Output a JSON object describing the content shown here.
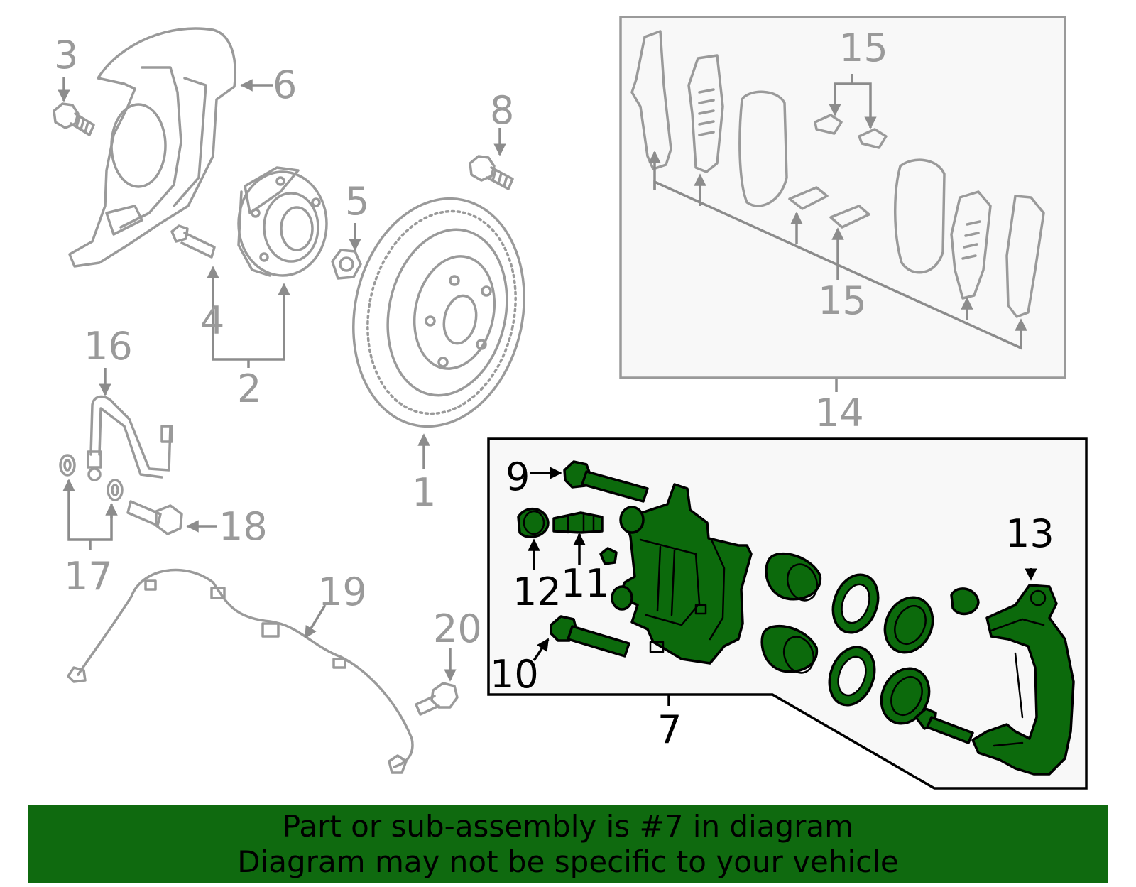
{
  "callouts": {
    "c1": "1",
    "c2": "2",
    "c3": "3",
    "c4": "4",
    "c5": "5",
    "c6": "6",
    "c7": "7",
    "c8": "8",
    "c9": "9",
    "c10": "10",
    "c11": "11",
    "c12": "12",
    "c13": "13",
    "c14": "14",
    "c15a": "15",
    "c15b": "15",
    "c16": "16",
    "c17": "17",
    "c18": "18",
    "c19": "19",
    "c20": "20"
  },
  "banner": {
    "line1": "Part or sub-assembly is #7 in diagram",
    "line2": "Diagram may not be specific to your vehicle"
  },
  "colors": {
    "highlight": "#0c6a0c",
    "banner": "#0f6a0f",
    "line_grey": "#9a9a9a"
  }
}
